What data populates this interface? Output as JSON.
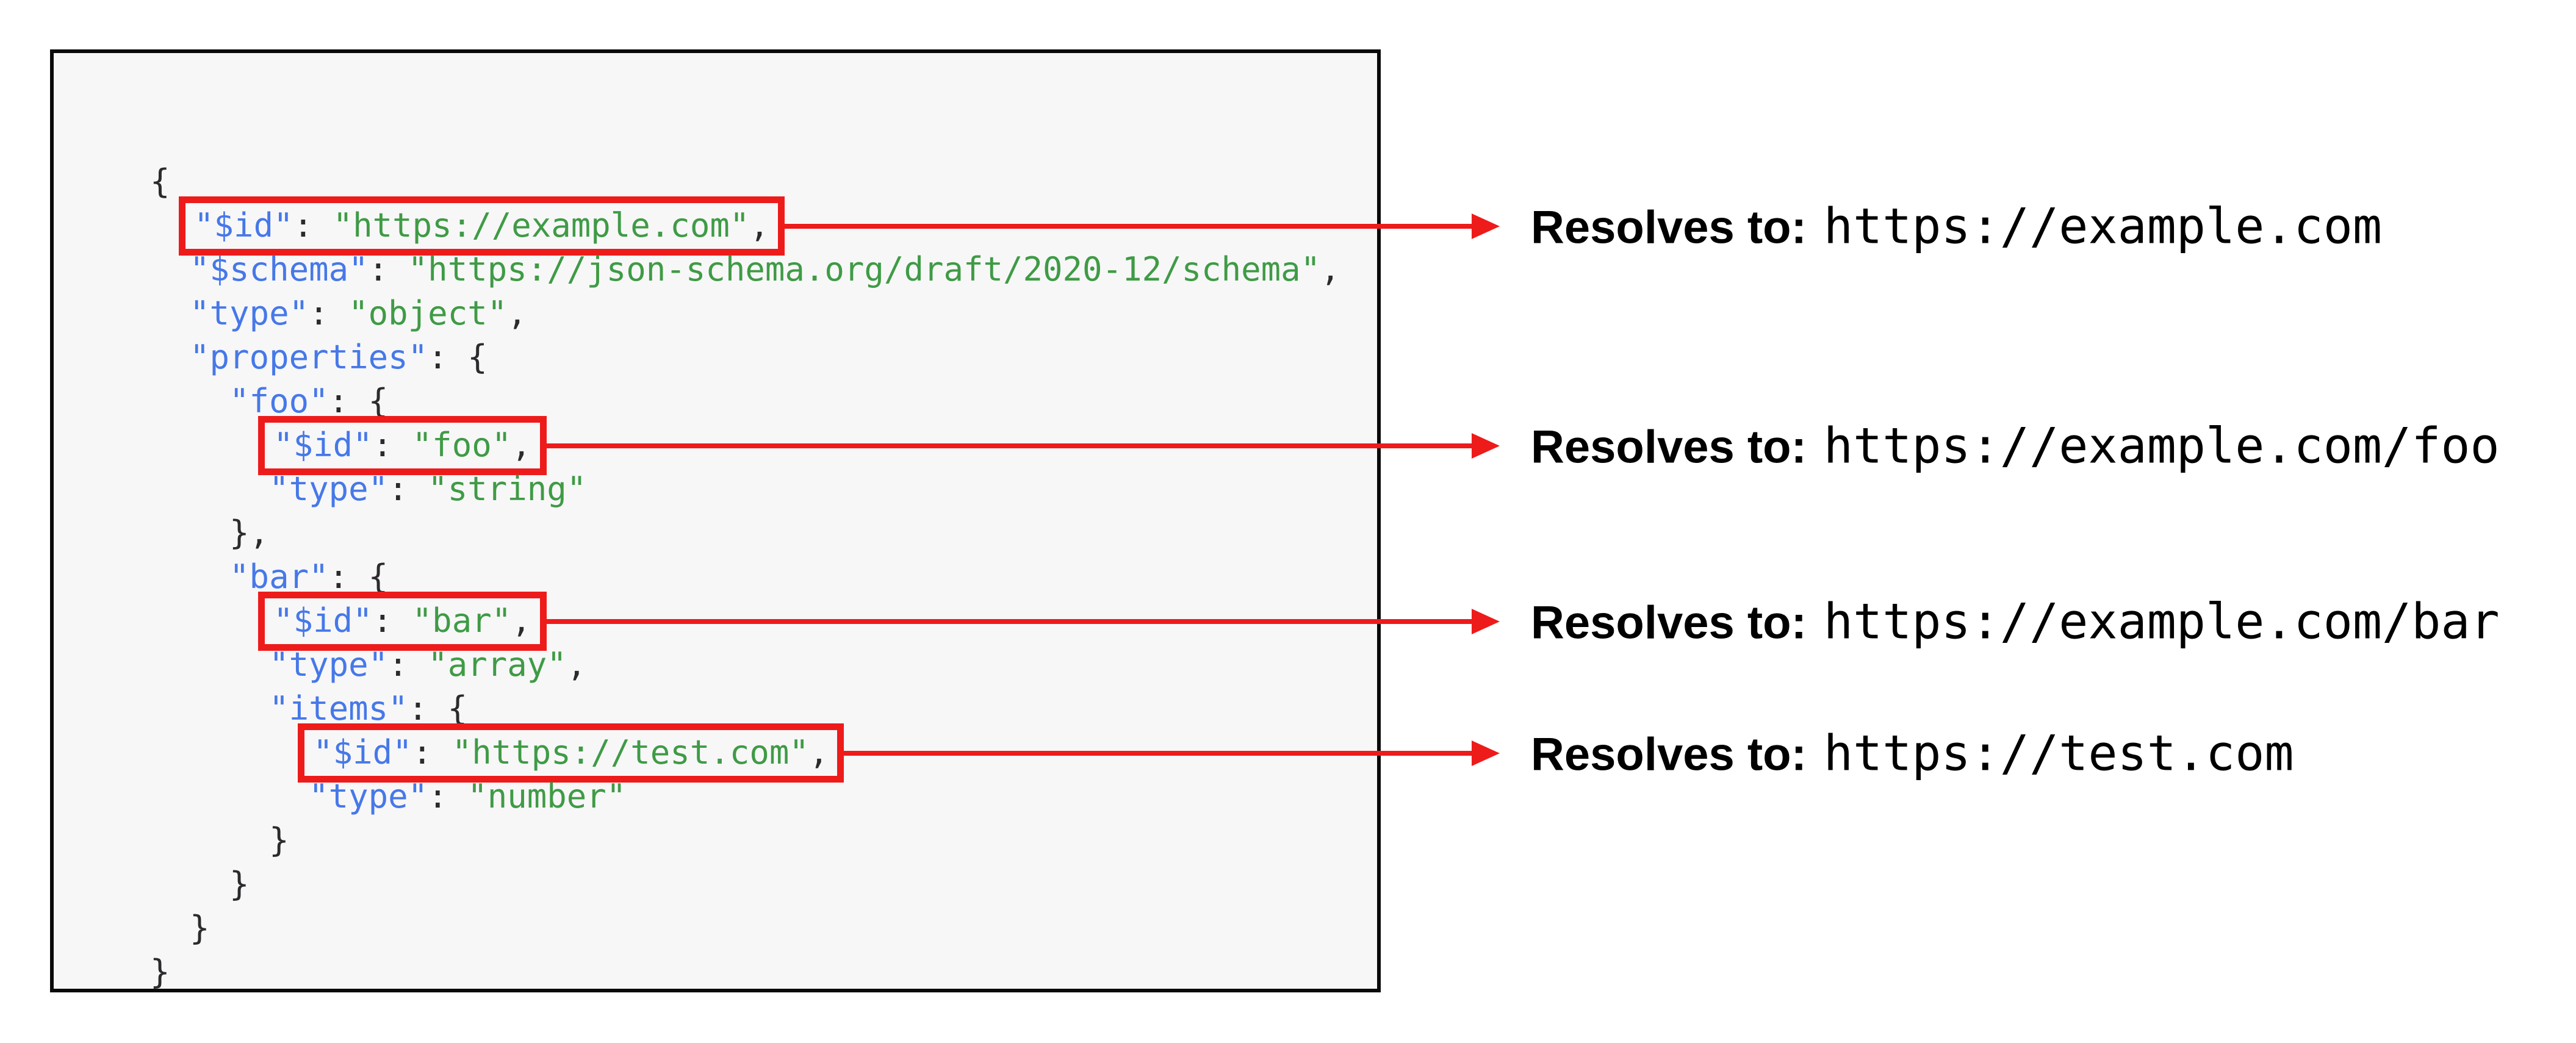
{
  "colors": {
    "key": "#4678e8",
    "string": "#3f9b45",
    "punctuation": "#2b2b2e",
    "highlight_red": "#ee1b1b",
    "panel_background": "#f7f7f8",
    "panel_border": "#0a0a0a"
  },
  "code": {
    "language": "json",
    "lines": [
      {
        "indent": 0,
        "boxed": false,
        "tokens": [
          {
            "type": "punct",
            "text": "{"
          }
        ]
      },
      {
        "indent": 2,
        "boxed": true,
        "tokens": [
          {
            "type": "key",
            "text": "\"$id\""
          },
          {
            "type": "punct",
            "text": ": "
          },
          {
            "type": "str",
            "text": "\"https://example.com\""
          },
          {
            "type": "punct",
            "text": ","
          }
        ]
      },
      {
        "indent": 2,
        "boxed": false,
        "tokens": [
          {
            "type": "key",
            "text": "\"$schema\""
          },
          {
            "type": "punct",
            "text": ": "
          },
          {
            "type": "str",
            "text": "\"https://json-schema.org/draft/2020-12/schema\""
          },
          {
            "type": "punct",
            "text": ","
          }
        ]
      },
      {
        "indent": 2,
        "boxed": false,
        "tokens": [
          {
            "type": "key",
            "text": "\"type\""
          },
          {
            "type": "punct",
            "text": ": "
          },
          {
            "type": "str",
            "text": "\"object\""
          },
          {
            "type": "punct",
            "text": ","
          }
        ]
      },
      {
        "indent": 2,
        "boxed": false,
        "tokens": [
          {
            "type": "key",
            "text": "\"properties\""
          },
          {
            "type": "punct",
            "text": ": {"
          }
        ]
      },
      {
        "indent": 4,
        "boxed": false,
        "tokens": [
          {
            "type": "key",
            "text": "\"foo\""
          },
          {
            "type": "punct",
            "text": ": {"
          }
        ]
      },
      {
        "indent": 6,
        "boxed": true,
        "tokens": [
          {
            "type": "key",
            "text": "\"$id\""
          },
          {
            "type": "punct",
            "text": ": "
          },
          {
            "type": "str",
            "text": "\"foo\""
          },
          {
            "type": "punct",
            "text": ","
          }
        ]
      },
      {
        "indent": 6,
        "boxed": false,
        "tokens": [
          {
            "type": "key",
            "text": "\"type\""
          },
          {
            "type": "punct",
            "text": ": "
          },
          {
            "type": "str",
            "text": "\"string\""
          }
        ]
      },
      {
        "indent": 4,
        "boxed": false,
        "tokens": [
          {
            "type": "punct",
            "text": "},"
          }
        ]
      },
      {
        "indent": 4,
        "boxed": false,
        "tokens": [
          {
            "type": "key",
            "text": "\"bar\""
          },
          {
            "type": "punct",
            "text": ": {"
          }
        ]
      },
      {
        "indent": 6,
        "boxed": true,
        "tokens": [
          {
            "type": "key",
            "text": "\"$id\""
          },
          {
            "type": "punct",
            "text": ": "
          },
          {
            "type": "str",
            "text": "\"bar\""
          },
          {
            "type": "punct",
            "text": ","
          }
        ]
      },
      {
        "indent": 6,
        "boxed": false,
        "tokens": [
          {
            "type": "key",
            "text": "\"type\""
          },
          {
            "type": "punct",
            "text": ": "
          },
          {
            "type": "str",
            "text": "\"array\""
          },
          {
            "type": "punct",
            "text": ","
          }
        ]
      },
      {
        "indent": 6,
        "boxed": false,
        "tokens": [
          {
            "type": "key",
            "text": "\"items\""
          },
          {
            "type": "punct",
            "text": ": {"
          }
        ]
      },
      {
        "indent": 8,
        "boxed": true,
        "tokens": [
          {
            "type": "key",
            "text": "\"$id\""
          },
          {
            "type": "punct",
            "text": ": "
          },
          {
            "type": "str",
            "text": "\"https://test.com\""
          },
          {
            "type": "punct",
            "text": ","
          }
        ]
      },
      {
        "indent": 8,
        "boxed": false,
        "tokens": [
          {
            "type": "key",
            "text": "\"type\""
          },
          {
            "type": "punct",
            "text": ": "
          },
          {
            "type": "str",
            "text": "\"number\""
          }
        ]
      },
      {
        "indent": 6,
        "boxed": false,
        "tokens": [
          {
            "type": "punct",
            "text": "}"
          }
        ]
      },
      {
        "indent": 4,
        "boxed": false,
        "tokens": [
          {
            "type": "punct",
            "text": "}"
          }
        ]
      },
      {
        "indent": 2,
        "boxed": false,
        "tokens": [
          {
            "type": "punct",
            "text": "}"
          }
        ]
      },
      {
        "indent": 0,
        "boxed": false,
        "tokens": [
          {
            "type": "punct",
            "text": "}"
          }
        ]
      }
    ]
  },
  "annotations": [
    {
      "label": "Resolves to:",
      "value": "https://example.com"
    },
    {
      "label": "Resolves to:",
      "value": "https://example.com/foo"
    },
    {
      "label": "Resolves to:",
      "value": "https://example.com/bar"
    },
    {
      "label": "Resolves to:",
      "value": "https://test.com"
    }
  ]
}
